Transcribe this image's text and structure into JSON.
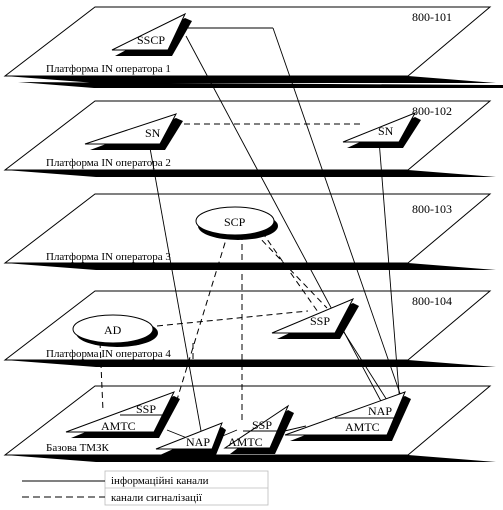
{
  "planes": [
    {
      "id": "p1",
      "label": "Платформа IN оператора 1",
      "code": "800-101"
    },
    {
      "id": "p2",
      "label": "Платформа IN оператора 2",
      "code": "800-102"
    },
    {
      "id": "p3",
      "label": "Платформа IN оператора 3",
      "code": "800-103"
    },
    {
      "id": "p4",
      "label": "Платформа IN оператора 4",
      "code": "800-104"
    },
    {
      "id": "p5",
      "label": "Базова ТМЗК",
      "code": ""
    }
  ],
  "nodes": {
    "sscp": "SSCP",
    "sn_left": "SN",
    "sn_right": "SN",
    "scp": "SCP",
    "ad": "AD",
    "ssp_p4": "SSP",
    "ssp_amtc_left": {
      "top": "SSP",
      "bottom": "AMTC"
    },
    "ssp_amtc_mid": {
      "top": "SSP",
      "bottom": "AMTC"
    },
    "nap_mid": "NAP",
    "nap_amtc_right": {
      "top": "NAP",
      "bottom": "AMTC"
    }
  },
  "legend": {
    "info_channels": "інформаційні канали",
    "signal_channels": "канали сигналізації"
  }
}
